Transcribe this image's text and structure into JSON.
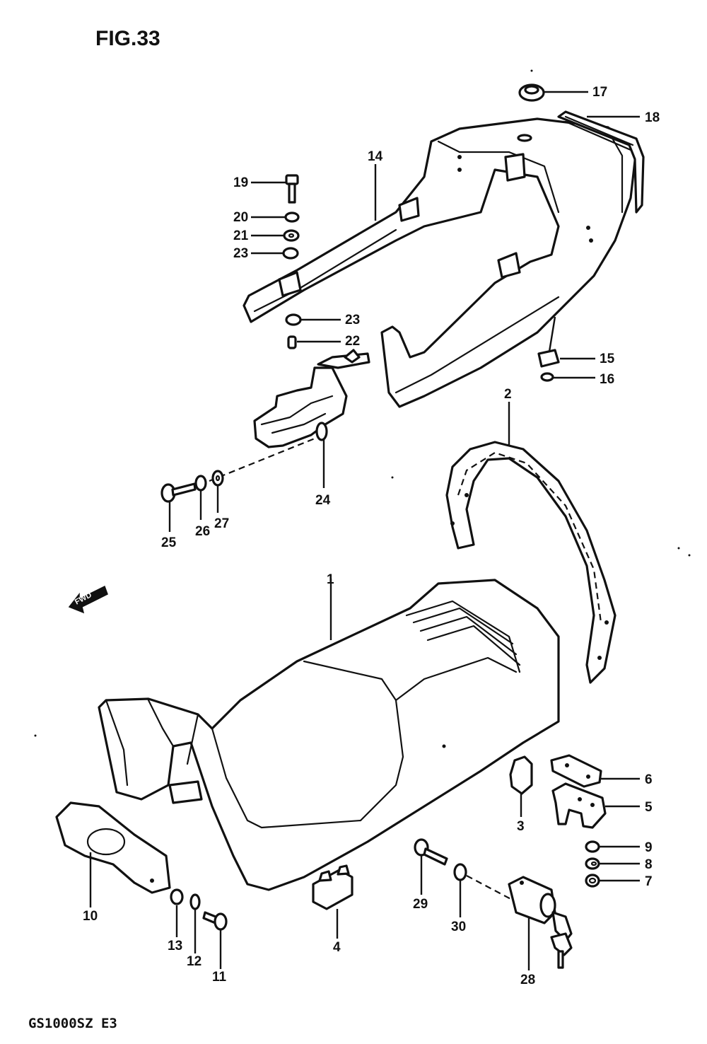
{
  "figure": {
    "title": "FIG.33",
    "model_code": "GS1000SZ E3",
    "direction_label": "FWD"
  },
  "callouts": [
    {
      "id": "1",
      "label": "1"
    },
    {
      "id": "2",
      "label": "2"
    },
    {
      "id": "3",
      "label": "3"
    },
    {
      "id": "4",
      "label": "4"
    },
    {
      "id": "5",
      "label": "5"
    },
    {
      "id": "6",
      "label": "6"
    },
    {
      "id": "7",
      "label": "7"
    },
    {
      "id": "8",
      "label": "8"
    },
    {
      "id": "9",
      "label": "9"
    },
    {
      "id": "10",
      "label": "10"
    },
    {
      "id": "11",
      "label": "11"
    },
    {
      "id": "12",
      "label": "12"
    },
    {
      "id": "13",
      "label": "13"
    },
    {
      "id": "14",
      "label": "14"
    },
    {
      "id": "15",
      "label": "15"
    },
    {
      "id": "16",
      "label": "16"
    },
    {
      "id": "17",
      "label": "17"
    },
    {
      "id": "18",
      "label": "18"
    },
    {
      "id": "19",
      "label": "19"
    },
    {
      "id": "20",
      "label": "20"
    },
    {
      "id": "21",
      "label": "21"
    },
    {
      "id": "23a",
      "label": "23"
    },
    {
      "id": "23b",
      "label": "23"
    },
    {
      "id": "22",
      "label": "22"
    },
    {
      "id": "24",
      "label": "24"
    },
    {
      "id": "25",
      "label": "25"
    },
    {
      "id": "26",
      "label": "26"
    },
    {
      "id": "27",
      "label": "27"
    },
    {
      "id": "28",
      "label": "28"
    },
    {
      "id": "29",
      "label": "29"
    },
    {
      "id": "30",
      "label": "30"
    }
  ],
  "colors": {
    "ink": "#111111",
    "paper": "#ffffff"
  }
}
